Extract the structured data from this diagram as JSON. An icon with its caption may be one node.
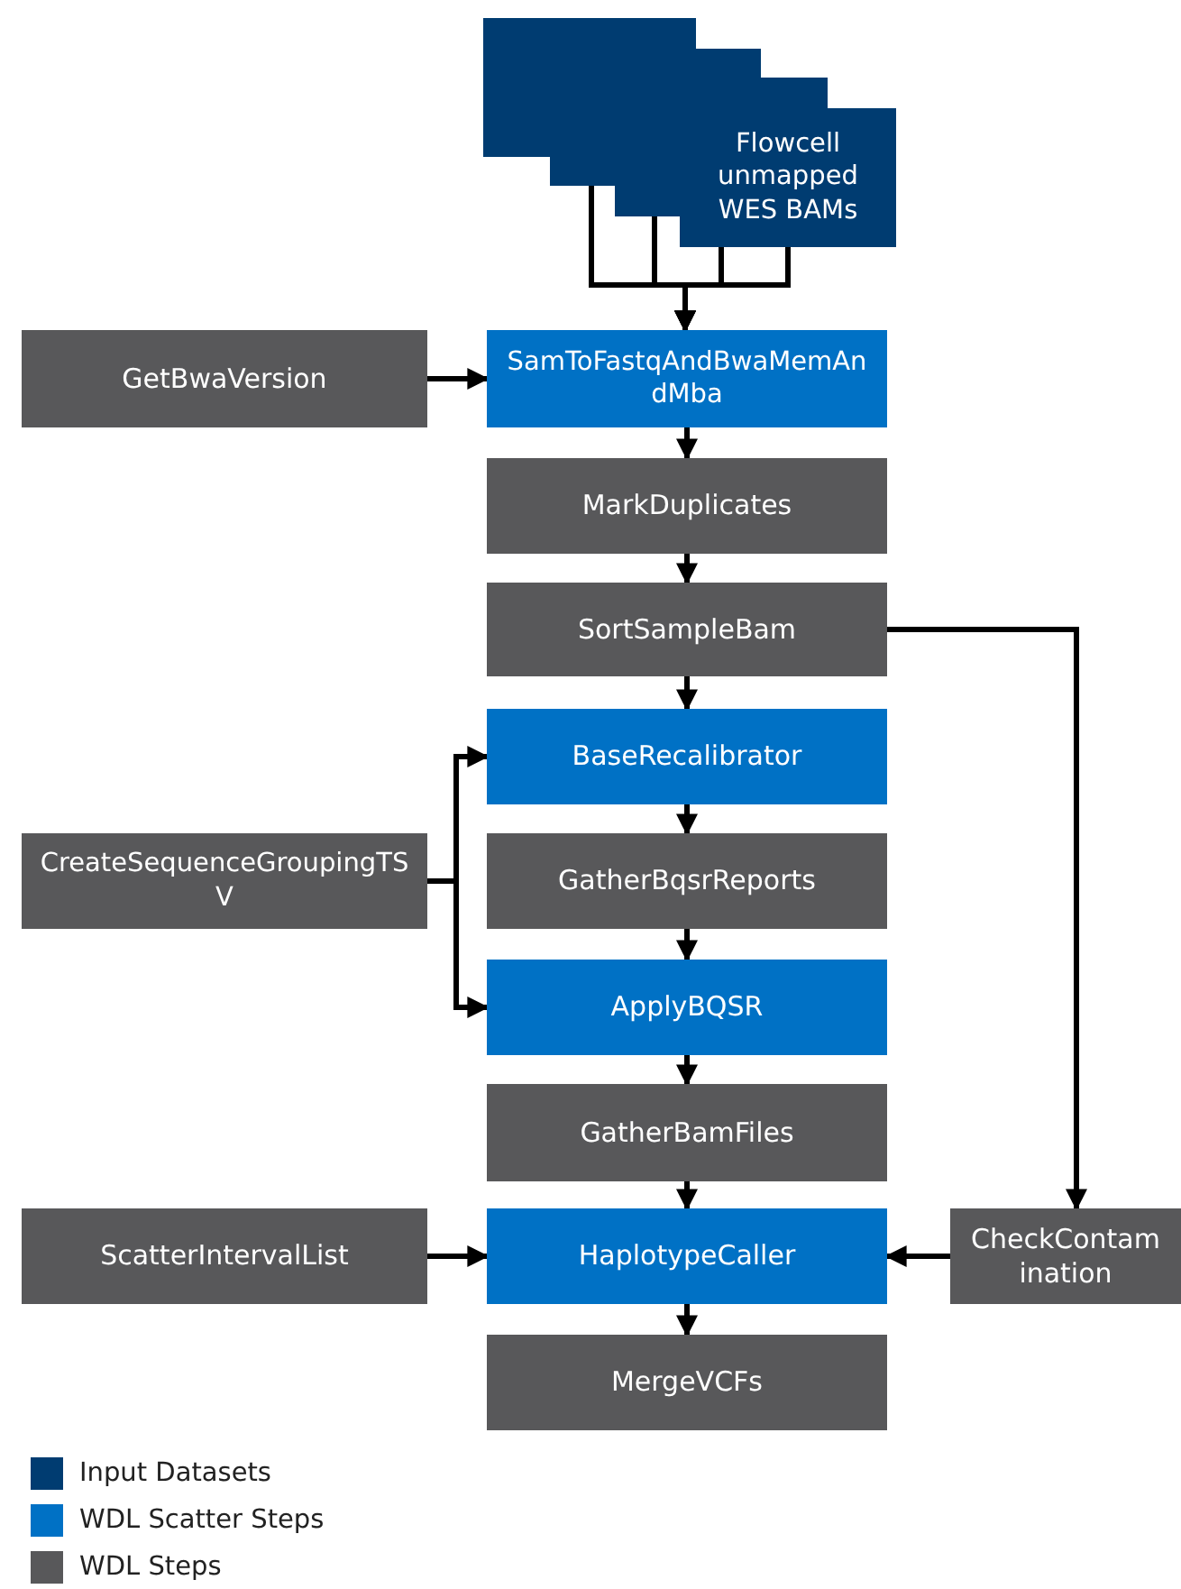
{
  "diagram": {
    "nodes": [
      {
        "text": [],
        "shape": "box"
      },
      {
        "text": [],
        "shape": "box"
      },
      {
        "text": [],
        "shape": "box"
      },
      {
        "text": [
          "Flowcell unmapped WES BAMs"
        ]
      },
      {
        "text": [
          "GetBwaVersion"
        ]
      },
      {
        "text": [
          "SamToFastqAndBwaMemAndMba"
        ]
      },
      {
        "text": [
          "MarkDuplicates"
        ]
      },
      {
        "text": [
          "SortSampleBam"
        ]
      },
      {
        "text": [
          "BaseRecalibrator"
        ]
      },
      {
        "text": [
          "CreateSequenceGroupingTSV"
        ]
      },
      {
        "text": [
          "GatherBqsrReports"
        ]
      },
      {
        "text": [
          "ApplyBQSR"
        ]
      },
      {
        "text": [
          "GatherBamFiles"
        ]
      },
      {
        "text": [
          "ScatterIntervalList"
        ]
      },
      {
        "text": [
          "HaplotypeCaller"
        ]
      },
      {
        "text": [
          "CheckContamination"
        ]
      },
      {
        "text": [
          "MergeVCFs"
        ]
      }
    ],
    "edges": [
      {
        "from": 1,
        "to": 5,
        "arrow": "to"
      },
      {
        "from": 2,
        "to": 5,
        "arrow": "to"
      },
      {
        "from": 3,
        "to": 5,
        "arrow": "to"
      },
      {
        "from": 3,
        "to": 5,
        "arrow": "to"
      },
      {
        "from": 4,
        "to": 5,
        "arrow": "to"
      },
      {
        "from": 5,
        "to": 6,
        "arrow": "to"
      },
      {
        "from": 6,
        "to": 7,
        "arrow": "to"
      },
      {
        "from": 7,
        "to": 8,
        "arrow": "to"
      },
      {
        "from": 7,
        "to": 15,
        "arrow": "to"
      },
      {
        "from": 9,
        "to": 8,
        "arrow": "to"
      },
      {
        "from": 9,
        "to": 11,
        "arrow": "to"
      },
      {
        "from": 8,
        "to": 10,
        "arrow": "to"
      },
      {
        "from": 10,
        "to": 11,
        "arrow": "to"
      },
      {
        "from": 11,
        "to": 12,
        "arrow": "to"
      },
      {
        "from": 12,
        "to": 14,
        "arrow": "to"
      },
      {
        "from": 13,
        "to": 14,
        "arrow": "to"
      },
      {
        "from": 15,
        "to": 14,
        "arrow": "to"
      },
      {
        "from": 14,
        "to": 16,
        "arrow": "to"
      }
    ],
    "legend": [
      {
        "text": "Input Datasets",
        "color": "#003c71"
      },
      {
        "text": "WDL Scatter Steps",
        "color": "#0071c5"
      },
      {
        "text": "WDL Steps",
        "color": "#58585a"
      }
    ]
  }
}
